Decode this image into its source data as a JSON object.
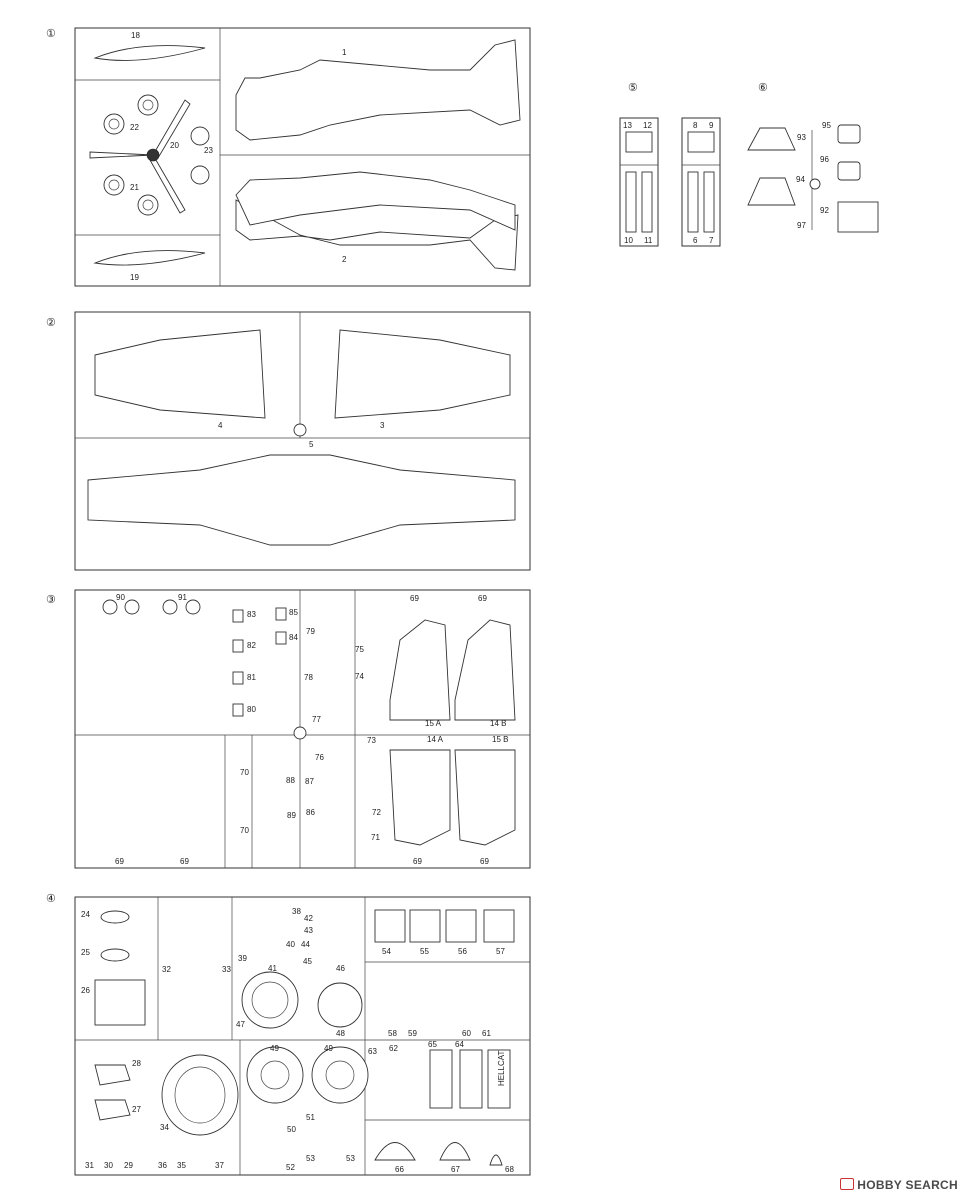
{
  "trees": [
    {
      "id": "1",
      "marker": "①",
      "parts": [
        "1",
        "2",
        "18",
        "19",
        "20",
        "21",
        "22",
        "23"
      ]
    },
    {
      "id": "2",
      "marker": "②",
      "parts": [
        "3",
        "4",
        "5"
      ]
    },
    {
      "id": "3",
      "marker": "③",
      "parts": [
        "14 A",
        "14 B",
        "15 A",
        "15 B",
        "69",
        "70",
        "71",
        "72",
        "73",
        "74",
        "75",
        "76",
        "77",
        "78",
        "79",
        "80",
        "81",
        "82",
        "83",
        "84",
        "85",
        "86",
        "87",
        "88",
        "89",
        "90",
        "91"
      ]
    },
    {
      "id": "4",
      "marker": "④",
      "parts": [
        "24",
        "25",
        "26",
        "27",
        "28",
        "29",
        "30",
        "31",
        "32",
        "33",
        "34",
        "35",
        "36",
        "37",
        "38",
        "39",
        "40",
        "41",
        "42",
        "43",
        "44",
        "45",
        "46",
        "47",
        "48",
        "49",
        "50",
        "51",
        "52",
        "53",
        "54",
        "55",
        "56",
        "57",
        "58",
        "59",
        "60",
        "61",
        "62",
        "63",
        "64",
        "65",
        "66",
        "67",
        "68"
      ]
    },
    {
      "id": "5",
      "marker": "⑤",
      "parts": [
        "6",
        "7",
        "8",
        "9",
        "10",
        "11",
        "12",
        "13"
      ]
    },
    {
      "id": "6",
      "marker": "⑥",
      "parts": [
        "92",
        "93",
        "94",
        "95",
        "96",
        "97"
      ]
    }
  ],
  "decal_text": "HELLCAT",
  "watermark": {
    "brand": "HOBBY SEARCH"
  }
}
